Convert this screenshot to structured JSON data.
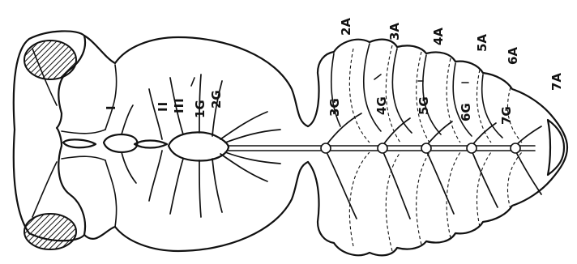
{
  "labels": {
    "roman_i": "I",
    "roman_ii": "II",
    "roman_iii": "III",
    "g1": "1G",
    "g2": "2G",
    "a2": "2A",
    "a3": "3A",
    "a4": "4A",
    "a5": "5A",
    "a6": "6A",
    "a7": "7A",
    "g3": "3G",
    "g4": "4G",
    "g5": "5G",
    "g6": "6G",
    "g7": "7G"
  }
}
